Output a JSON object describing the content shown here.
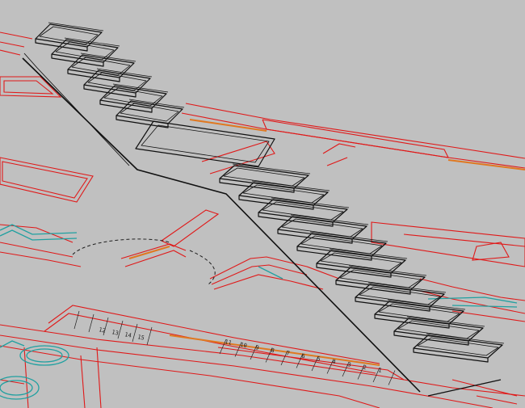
{
  "viewport": {
    "label": "",
    "background_color": "#c0c0c0"
  },
  "colors": {
    "plan_lines": "#e01818",
    "stair_lines": "#101010",
    "highlight_orange": "#e07820",
    "fixture_cyan": "#20a0a0",
    "swing_arc": "#202020"
  },
  "stair": {
    "upper_flight_step_count": 6,
    "lower_flight_step_count": 11
  },
  "plan": {
    "lower_run_numbers": [
      "1",
      "2",
      "3",
      "4",
      "5",
      "6",
      "7",
      "8",
      "9",
      "10",
      "11"
    ],
    "upper_run_numbers": [
      "12",
      "13",
      "14",
      "15"
    ]
  }
}
